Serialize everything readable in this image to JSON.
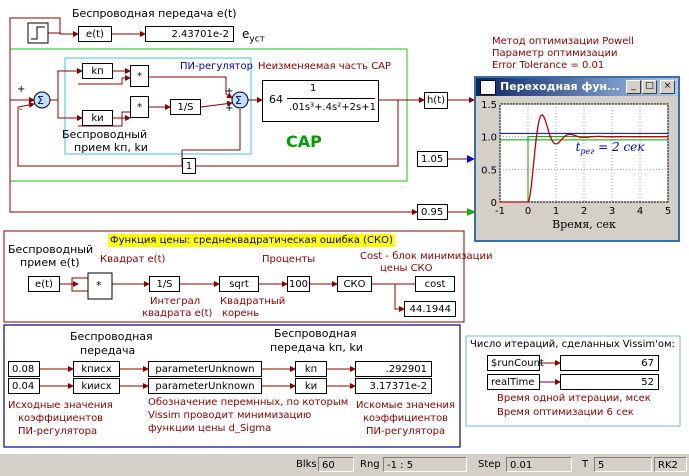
{
  "top": {
    "wireless_tx_label": "Беспроводная передача e(t)",
    "et_block": "e(t)",
    "et_value": "2.43701e-2",
    "e_ust_label": "e",
    "e_ust_sub": "уст"
  },
  "method": {
    "line1": "Метод оптимизации Powell",
    "line2": "Параметр оптимизации",
    "line3": "Error Tolerance = 0.01"
  },
  "sar": {
    "label": "САР",
    "pi_title": "ПИ-регулятор",
    "plant_title": "Неизменяемая часть САР",
    "kp": "kп",
    "ki": "kи",
    "mult": "*",
    "integrator": "1/S",
    "tf_gain": "64",
    "tf_num": "1",
    "tf_den": ".01s³+.4s²+2s+1",
    "rx_label_1": "Беспроводный",
    "rx_label_2": "прием kп, kи",
    "ht_block": "h(t)",
    "feedback_const": "1",
    "plus": "+",
    "minus": "-"
  },
  "plot": {
    "title": "Переходная фун...",
    "xlabel": "Время, сек",
    "annotation": "t",
    "annotation_sub": "рег",
    "annotation_tail": "= 2 сек",
    "yticks": [
      "1.5",
      "1.0",
      "0.5",
      "0"
    ],
    "xticks": [
      "-1",
      "0",
      "1",
      "2",
      "3",
      "4",
      "5"
    ],
    "colors": {
      "response": "#c00000",
      "step": "#00a000",
      "band": "#0000c0"
    }
  },
  "consts": {
    "c105": "1.05",
    "c095": "0.95"
  },
  "cost": {
    "title": "Функция цены: среднеквадратическая ошибка (СКО)",
    "rx_label_1": "Беспроводный",
    "rx_label_2": "прием e(t)",
    "et_block": "e(t)",
    "square_label": "Квадрат e(t)",
    "mult": "*",
    "integrator": "1/S",
    "sqrt": "sqrt",
    "percent_label": "Проценты",
    "hundred": "100",
    "sko": "СКО",
    "cost_label_1": "Cost - блок минимизации",
    "cost_label_2": "цены СКО",
    "cost_block": "cost",
    "cost_value": "44.1944",
    "integral_label_1": "Интеграл",
    "integral_label_2": "квадрата e(t)",
    "sqrt_label_1": "Квадратный",
    "sqrt_label_2": "корень"
  },
  "params": {
    "tx_label_1": "Беспроводная",
    "tx_label_2": "передача",
    "rx_label_1": "Беспроводная",
    "rx_label_2": "передача kп,  kи",
    "init_kp": "0.08",
    "init_ki": "0.04",
    "kp_tx": "kписх",
    "ki_tx": "kиисх",
    "param_unknown_1": "parameterUnknown",
    "param_unknown_2": "parameterUnknown",
    "kp_rx": "kп",
    "ki_rx": "kи",
    "kp_value": ".292901",
    "ki_value": "3.17371e-2",
    "init_label_1": "Исходные значения",
    "init_label_2": "коэффициентов",
    "init_label_3": "ПИ-регулятора",
    "vars_label_1": "Обозначение перемнных, по которым",
    "vars_label_2": "Vissim проводит минимизацию",
    "vars_label_3": "функции цены d_Sigma",
    "result_label_1": "Искомые значения",
    "result_label_2": "коэффициентов",
    "result_label_3": "ПИ-регулятора"
  },
  "iter": {
    "title": "Число итераций, сделанных Vissim'ом:",
    "run_count_block": "$runCount",
    "run_count_value": "67",
    "real_time_block": "realTime",
    "real_time_value": "52",
    "line1": "Время одной итерации, мсек",
    "line2": "Время оптимизации 6 сек"
  },
  "status": {
    "blks_label": "Blks",
    "blks_value": "60",
    "rng_label": "Rng",
    "rng_value": "-1 : 5",
    "step_label": "Step",
    "step_value": "0.01",
    "t_label": "T",
    "t_value": "5",
    "rk_value": "RK2"
  }
}
